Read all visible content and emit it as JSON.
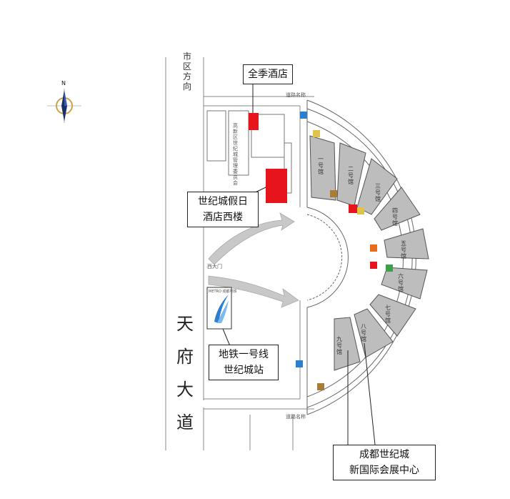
{
  "labels": {
    "direction_vertical": "市区方向",
    "hotel_quanji": "全季酒店",
    "hotel_holiday_line1": "世纪城假日",
    "hotel_holiday_line2": "酒店西楼",
    "metro_line1": "地铁一号线",
    "metro_line2": "世纪城站",
    "center_line1": "成都世纪城",
    "center_line2": "新国际会展中心",
    "avenue_vertical": "天府大道",
    "compass_n": "N"
  },
  "halls": [
    "一号馆",
    "二号馆",
    "三号馆",
    "四号馆",
    "五号馆",
    "六号馆",
    "七号馆",
    "八号馆",
    "九号馆"
  ],
  "small_labels": {
    "west_gate": "西大门",
    "road_north": "道路名称",
    "road_south": "道路名称",
    "building_west": "高新区世纪城管理委员会",
    "metro_sign": "METRO 成都地铁"
  },
  "colors": {
    "hotel_red": "#e8141b",
    "hall_gray": "#bdbdbd",
    "road_line": "#888888",
    "arrow_gray": "#c8c8c8",
    "compass_blue": "#1a2f6b",
    "metro_blue": "#2a7fd0"
  },
  "icons": [
    "compass-icon",
    "metro-logo-icon",
    "parking-icon",
    "first-aid-icon",
    "info-icon"
  ]
}
